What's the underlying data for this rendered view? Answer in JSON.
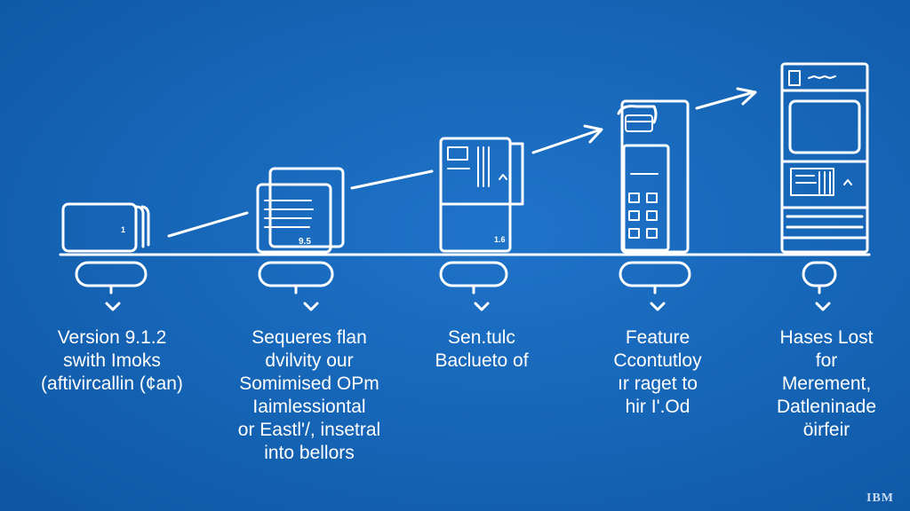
{
  "stages": [
    {
      "id": "stage-1",
      "icon": "folder-icon",
      "device_label": "1",
      "caption": [
        "Version 9.1.2",
        "swith Imoks",
        "(aftivircallin (¢an)"
      ]
    },
    {
      "id": "stage-2",
      "icon": "document-icon",
      "device_label": "9.5",
      "caption": [
        "Sequeres flan",
        "dvilvity our",
        "Somimised OPm",
        "Iaimlessiontal",
        "or Eastl'/, insetral",
        "into bellors"
      ]
    },
    {
      "id": "stage-3",
      "icon": "server-icon",
      "device_label": "1.6",
      "caption": [
        "Sen.tulc",
        "Baclueto of"
      ]
    },
    {
      "id": "stage-4",
      "icon": "coffee-machine-icon",
      "device_label": "",
      "caption": [
        "Feature",
        "Ccontutloy",
        "ır raget to",
        "hir I'.Od"
      ]
    },
    {
      "id": "stage-5",
      "icon": "cabinet-icon",
      "device_label": "",
      "caption": [
        "Hases Lost",
        "for",
        "Merement,",
        "Datleninade",
        "öirfeir"
      ]
    }
  ],
  "logo_text": "IBM"
}
